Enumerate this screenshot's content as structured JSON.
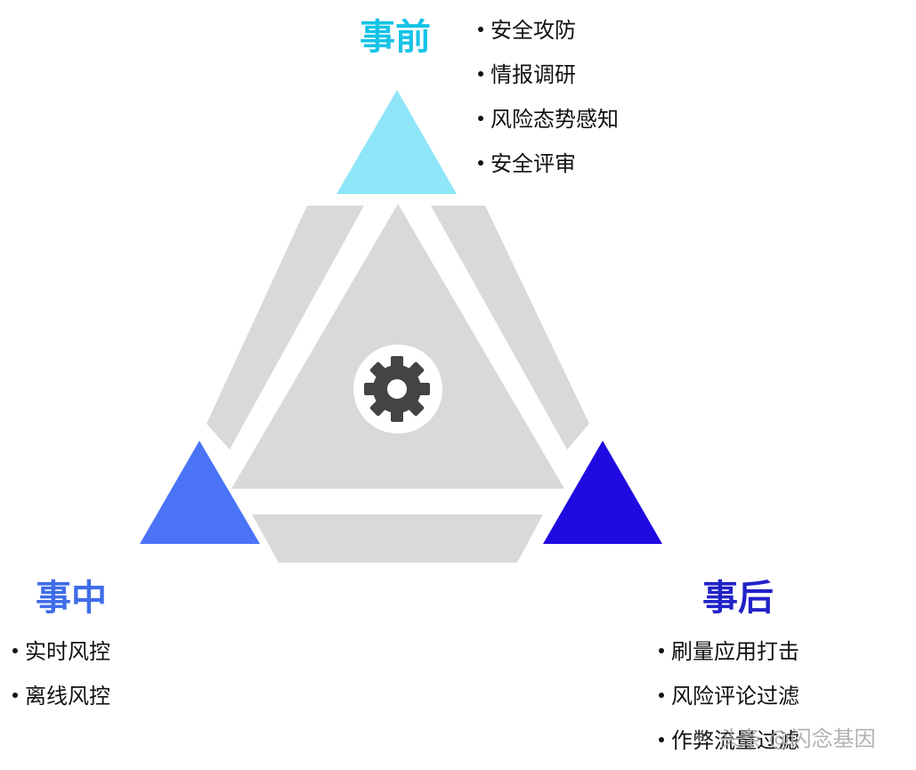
{
  "phases": {
    "before": {
      "title": "事前",
      "color": "#16C3E6",
      "triangle_color": "#8FE6F8",
      "items": [
        "安全攻防",
        "情报调研",
        "风险态势感知",
        "安全评审"
      ]
    },
    "during": {
      "title": "事中",
      "color": "#3F6CE8",
      "triangle_color": "#4A73F6",
      "items": [
        "实时风控",
        "离线风控"
      ]
    },
    "after": {
      "title": "事后",
      "color": "#2222C8",
      "triangle_color": "#1F0BE0",
      "items": [
        "刷量应用打击",
        "风险评论过滤",
        "作弊流量过滤"
      ]
    }
  },
  "center": {
    "icon": "gear-icon",
    "icon_color": "#444444",
    "fill_color": "#D9D9D9"
  },
  "watermark": "头条 @闪念基因"
}
